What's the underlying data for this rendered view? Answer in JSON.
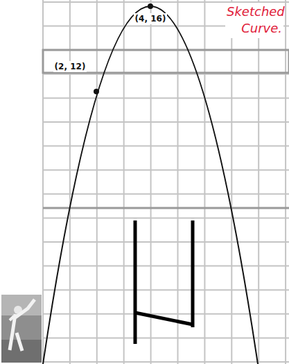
{
  "diagram": {
    "labels": [
      "(4, 16)",
      "(2, 12)",
      "Sketched Curve."
    ]
  }
}
